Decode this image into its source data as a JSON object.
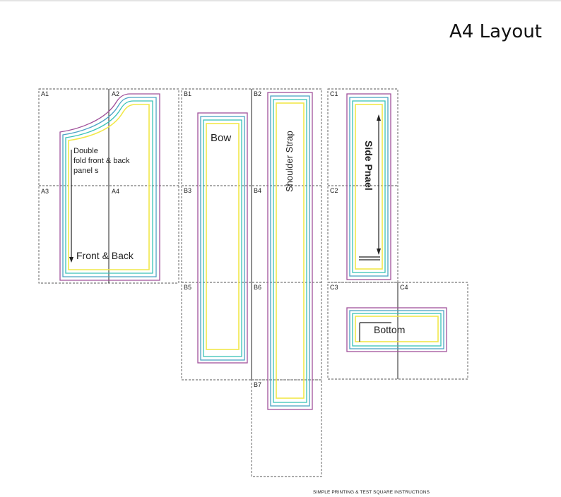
{
  "title": "A4 Layout",
  "cells": {
    "a1": "A1",
    "a2": "A2",
    "a3": "A3",
    "a4": "A4",
    "b1": "B1",
    "b2": "B2",
    "b3": "B3",
    "b4": "B4",
    "b5": "B5",
    "b6": "B6",
    "b7": "B7",
    "c1": "C1",
    "c2": "C2",
    "c3": "C3",
    "c4": "C4"
  },
  "pieces": {
    "front_back_note_1": "Double",
    "front_back_note_2": "fold front & back",
    "front_back_note_3": "panel s",
    "front_back": "Front & Back",
    "bow": "Bow",
    "shoulder_strap": "Shoulder Strap",
    "side_panel": "Side Pnael",
    "bottom": "Bottom"
  },
  "footer": "SIMPLE PRINTING & TEST SQUARE INSTRUCTIONS",
  "colors": {
    "outer_line": "#a0519b",
    "blue_line": "#4aa3c4",
    "teal_line": "#39c2b7",
    "yellow_line": "#f1e84a",
    "grid": "#555555"
  }
}
